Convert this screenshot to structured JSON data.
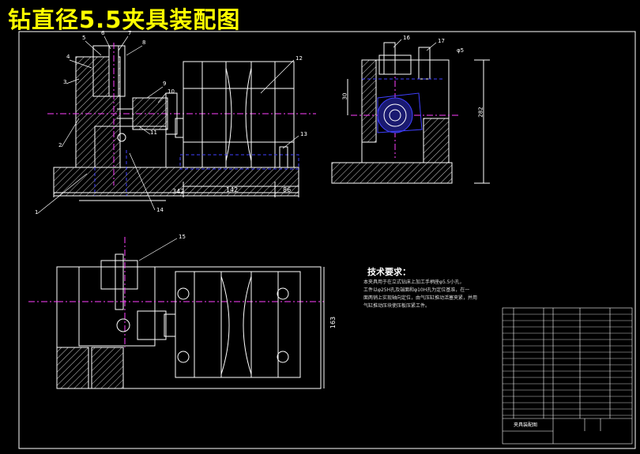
{
  "title": "钻直径5.5夹具装配图",
  "colors": {
    "background": "#000000",
    "title": "#ffff00",
    "outline": "#ffffff",
    "hidden": "#4040ff",
    "centerline": "#ff40ff",
    "hatch": "#ffffff",
    "leader": "#ffffff",
    "cyan": "#00ffff",
    "green": "#33cc33"
  },
  "part_numbers": [
    "1",
    "2",
    "3",
    "4",
    "5",
    "6",
    "7",
    "8",
    "9",
    "10",
    "11",
    "12",
    "13",
    "14",
    "15",
    "16",
    "17"
  ],
  "dimensions": {
    "front_overall": "342",
    "front_mid": "142",
    "front_right": "86",
    "side_height": "282",
    "side_small": "30",
    "top_width": "163",
    "dia_small": "φ5"
  },
  "tech_notes": {
    "heading": "技术要求：",
    "lines": [
      "本夹具用于在立式钻床上加工手柄座φ5.5小孔，",
      "工件以φ25H孔及端面和φ10H孔为定位基准，在一",
      "面两销上实现轴向定位，由气压缸推动活塞夹紧，并用",
      "气缸推动压块使压板压紧工件。"
    ]
  },
  "title_block": {
    "drawing_name": "夹具装配图",
    "material": "",
    "sheet": ""
  }
}
